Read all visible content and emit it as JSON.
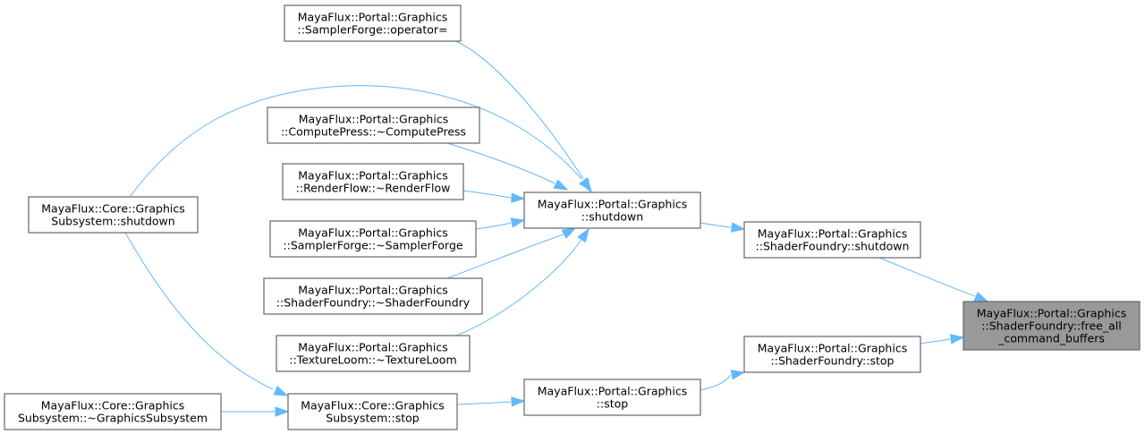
{
  "diagram": {
    "type": "doxygen-caller-graph",
    "edge_color": "#63b8ff",
    "node_border_color": "#666666",
    "root_fill_color": "#999999",
    "nodes": [
      {
        "id": "free_all",
        "root": true,
        "lines": [
          "MayaFlux::Portal::Graphics",
          "::ShaderFoundry::free_all",
          "_command_buffers"
        ]
      },
      {
        "id": "sf_shutdown",
        "lines": [
          "MayaFlux::Portal::Graphics",
          "::ShaderFoundry::shutdown"
        ]
      },
      {
        "id": "sf_stop",
        "lines": [
          "MayaFlux::Portal::Graphics",
          "::ShaderFoundry::stop"
        ]
      },
      {
        "id": "pg_shutdown",
        "lines": [
          "MayaFlux::Portal::Graphics",
          "::shutdown"
        ]
      },
      {
        "id": "pg_stop",
        "lines": [
          "MayaFlux::Portal::Graphics",
          "::stop"
        ]
      },
      {
        "id": "sampler_op",
        "lines": [
          "MayaFlux::Portal::Graphics",
          "::SamplerForge::operator="
        ]
      },
      {
        "id": "compute_dtor",
        "lines": [
          "MayaFlux::Portal::Graphics",
          "::ComputePress::~ComputePress"
        ]
      },
      {
        "id": "render_dtor",
        "lines": [
          "MayaFlux::Portal::Graphics",
          "::RenderFlow::~RenderFlow"
        ]
      },
      {
        "id": "sampler_dtor",
        "lines": [
          "MayaFlux::Portal::Graphics",
          "::SamplerForge::~SamplerForge"
        ]
      },
      {
        "id": "shader_dtor",
        "lines": [
          "MayaFlux::Portal::Graphics",
          "::ShaderFoundry::~ShaderFoundry"
        ]
      },
      {
        "id": "texture_dtor",
        "lines": [
          "MayaFlux::Portal::Graphics",
          "::TextureLoom::~TextureLoom"
        ]
      },
      {
        "id": "core_shutdown",
        "lines": [
          "MayaFlux::Core::Graphics",
          "Subsystem::shutdown"
        ]
      },
      {
        "id": "core_stop",
        "lines": [
          "MayaFlux::Core::Graphics",
          "Subsystem::stop"
        ]
      },
      {
        "id": "core_dtor",
        "lines": [
          "MayaFlux::Core::Graphics",
          "Subsystem::~GraphicsSubsystem"
        ]
      }
    ],
    "edges": [
      {
        "from": "sf_shutdown",
        "to": "free_all"
      },
      {
        "from": "sf_stop",
        "to": "free_all"
      },
      {
        "from": "pg_shutdown",
        "to": "sf_shutdown"
      },
      {
        "from": "pg_stop",
        "to": "sf_stop"
      },
      {
        "from": "sampler_op",
        "to": "pg_shutdown"
      },
      {
        "from": "core_shutdown",
        "to": "pg_shutdown"
      },
      {
        "from": "compute_dtor",
        "to": "pg_shutdown"
      },
      {
        "from": "render_dtor",
        "to": "pg_shutdown"
      },
      {
        "from": "sampler_dtor",
        "to": "pg_shutdown"
      },
      {
        "from": "shader_dtor",
        "to": "pg_shutdown"
      },
      {
        "from": "texture_dtor",
        "to": "pg_shutdown"
      },
      {
        "from": "core_stop",
        "to": "pg_stop"
      },
      {
        "from": "core_shutdown",
        "to": "core_stop"
      },
      {
        "from": "core_dtor",
        "to": "core_stop"
      }
    ]
  }
}
